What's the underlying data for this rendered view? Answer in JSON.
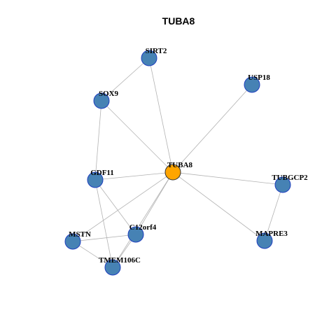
{
  "title": "TUBA8",
  "colors": {
    "hub_fill": "#FFA500",
    "hub_stroke": "#333333",
    "node_fill": "#4682B4",
    "node_stroke": "#1f3fbf",
    "edge": "#b3b3b3"
  },
  "nodes": [
    {
      "id": "TUBA8",
      "label": "TUBA8",
      "hub": true
    },
    {
      "id": "SIRT2",
      "label": "SIRT2",
      "hub": false
    },
    {
      "id": "USP18",
      "label": "USP18",
      "hub": false
    },
    {
      "id": "SOX9",
      "label": "SOX9",
      "hub": false
    },
    {
      "id": "GDF11",
      "label": "GDF11",
      "hub": false
    },
    {
      "id": "TUBGCP2",
      "label": "TUBGCP2",
      "hub": false
    },
    {
      "id": "C12orf4",
      "label": "C12orf4",
      "hub": false
    },
    {
      "id": "MSTN",
      "label": "MSTN",
      "hub": false
    },
    {
      "id": "MAPRE3",
      "label": "MAPRE3",
      "hub": false
    },
    {
      "id": "TMEM106C",
      "label": "TMEM106C",
      "hub": false
    }
  ],
  "edges": [
    [
      "TUBA8",
      "SIRT2"
    ],
    [
      "TUBA8",
      "USP18"
    ],
    [
      "TUBA8",
      "SOX9"
    ],
    [
      "TUBA8",
      "GDF11"
    ],
    [
      "TUBA8",
      "TUBGCP2"
    ],
    [
      "TUBA8",
      "MAPRE3"
    ],
    [
      "TUBA8",
      "C12orf4"
    ],
    [
      "TUBA8",
      "MSTN"
    ],
    [
      "TUBA8",
      "TMEM106C"
    ],
    [
      "SIRT2",
      "SOX9"
    ],
    [
      "SOX9",
      "GDF11"
    ],
    [
      "GDF11",
      "C12orf4"
    ],
    [
      "GDF11",
      "TMEM106C"
    ],
    [
      "MSTN",
      "C12orf4"
    ],
    [
      "MSTN",
      "TMEM106C"
    ],
    [
      "C12orf4",
      "TMEM106C"
    ],
    [
      "TUBGCP2",
      "MAPRE3"
    ]
  ]
}
